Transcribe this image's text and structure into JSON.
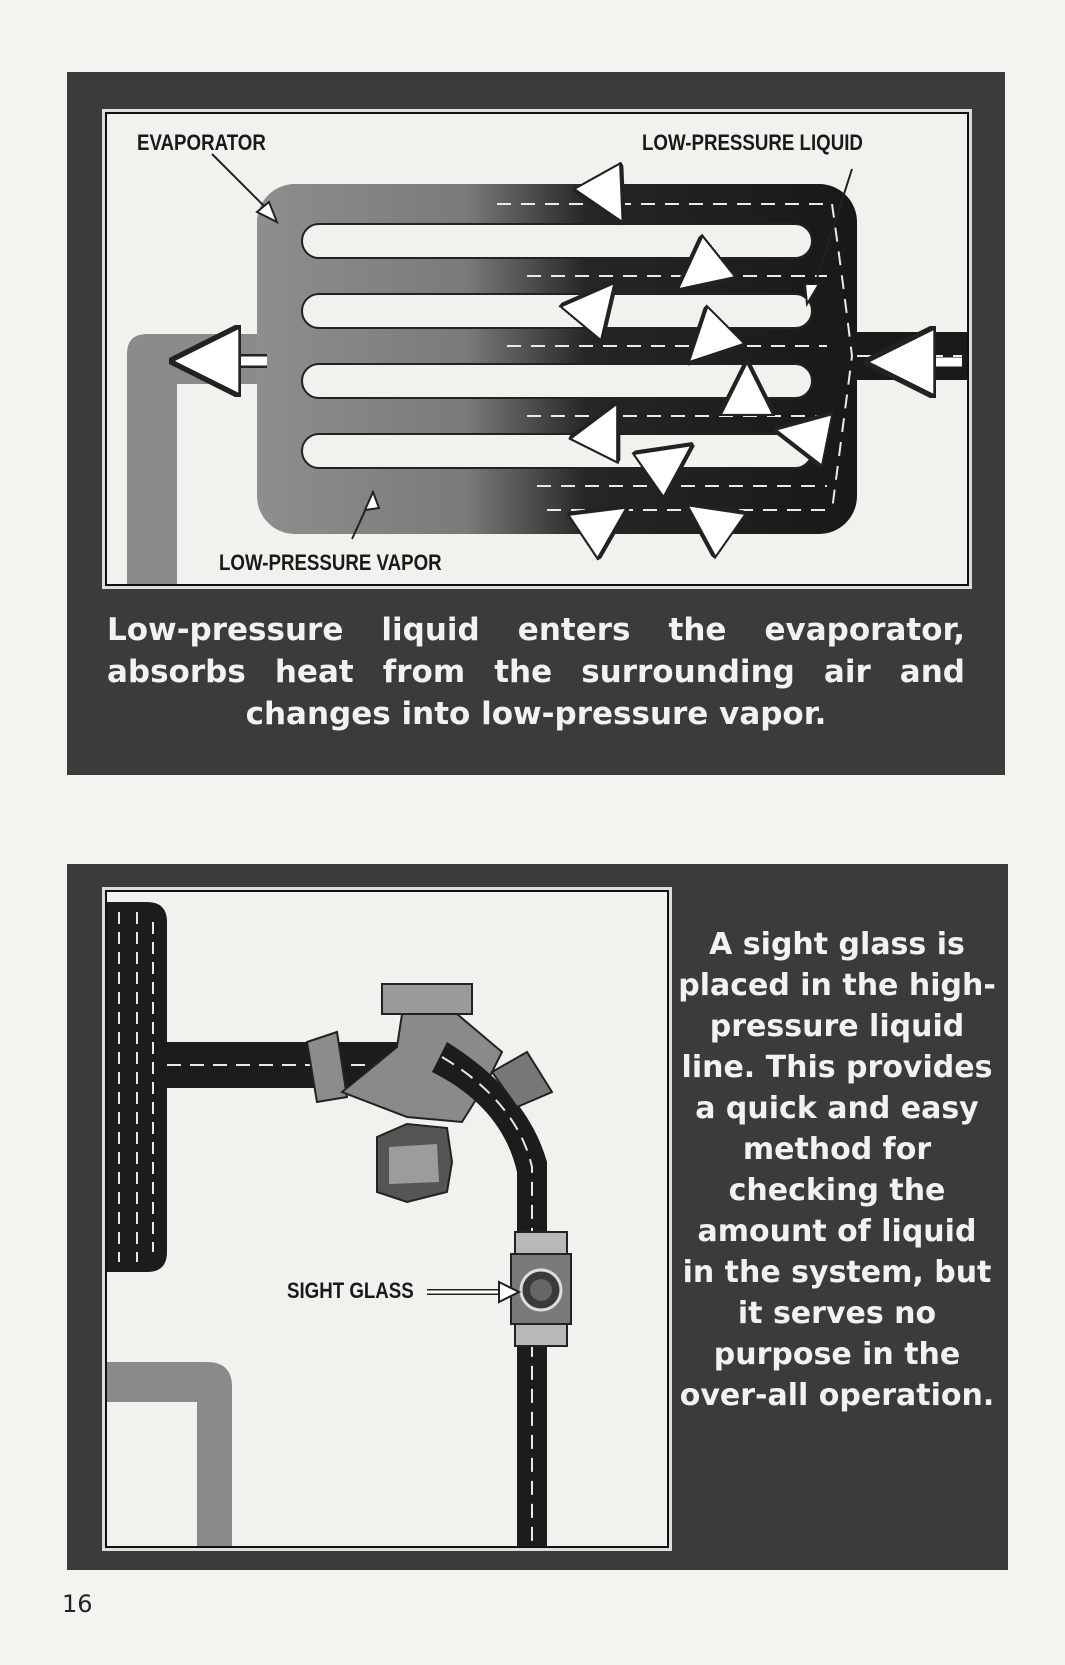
{
  "page_number": "16",
  "figure1": {
    "labels": {
      "evaporator": "EVAPORATOR",
      "low_pressure_liquid": "LOW-PRESSURE LIQUID",
      "low_pressure_vapor": "LOW-PRESSURE VAPOR"
    },
    "caption": "Low-pressure liquid enters the evaporator, absorbs heat from the surrounding air and changes into low-pressure vapor."
  },
  "figure2": {
    "labels": {
      "sight_glass": "SIGHT GLASS"
    },
    "caption": "A sight glass is placed in the high-pressure liquid line. This provides a quick and easy method for checking the amount of liquid in the system, but it serves no purpose in the over-all operation."
  },
  "colors": {
    "panel": "#3b3b3b",
    "liquid": "#1c1c1c",
    "vapor": "#8a8a8a",
    "paper": "#f4f3ef"
  }
}
